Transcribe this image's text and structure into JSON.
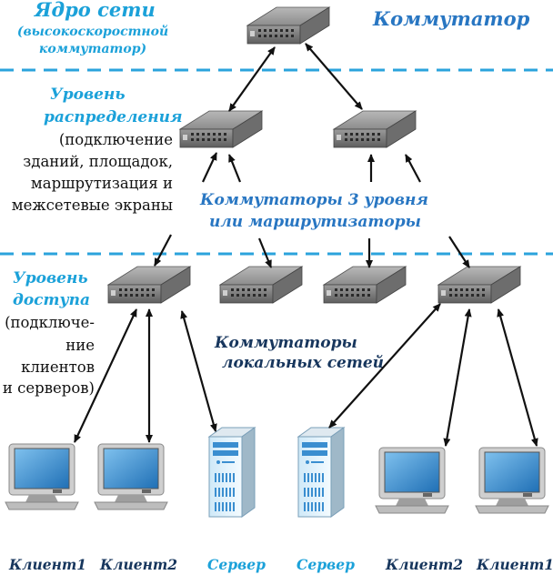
{
  "core": {
    "title": "Ядро сети",
    "subtitle_line1": "(высокоскоростной",
    "subtitle_line2": "коммутатор)"
  },
  "switch_label": "Коммутатор",
  "distribution": {
    "title_line1": "Уровень",
    "title_line2": "распределения",
    "description_lines": [
      "(подключение",
      "зданий, площадок,",
      "маршрутизация и",
      "межсетевые экраны"
    ]
  },
  "layer3_label": {
    "line1": "Коммутаторы 3 уровня",
    "line2": "или маршрутизаторы"
  },
  "access": {
    "title_line1": "Уровень",
    "title_line2": "доступа",
    "description_lines": [
      "(подключе-",
      "ние",
      "клиентов",
      "и серверов)"
    ]
  },
  "lan_label": {
    "line1": "Коммутаторы",
    "line2": "локальных сетей"
  },
  "devices": [
    {
      "label": "Клиент1",
      "kind": "client",
      "color": "#17365d"
    },
    {
      "label": "Клиент2",
      "kind": "client",
      "color": "#17365d"
    },
    {
      "label": "Сервер",
      "kind": "server",
      "color": "#1ba1d9"
    },
    {
      "label": "Сервер",
      "kind": "server",
      "color": "#1ba1d9"
    },
    {
      "label": "Клиент2",
      "kind": "client",
      "color": "#17365d"
    },
    {
      "label": "Клиент1",
      "kind": "client",
      "color": "#17365d"
    }
  ],
  "colors": {
    "divider": "#2ba3dc",
    "arrow": "#111111",
    "switch_body": "#8a8a8a",
    "monitor_screen": "#3a8ed0",
    "server_body": "#e4f2fb"
  }
}
